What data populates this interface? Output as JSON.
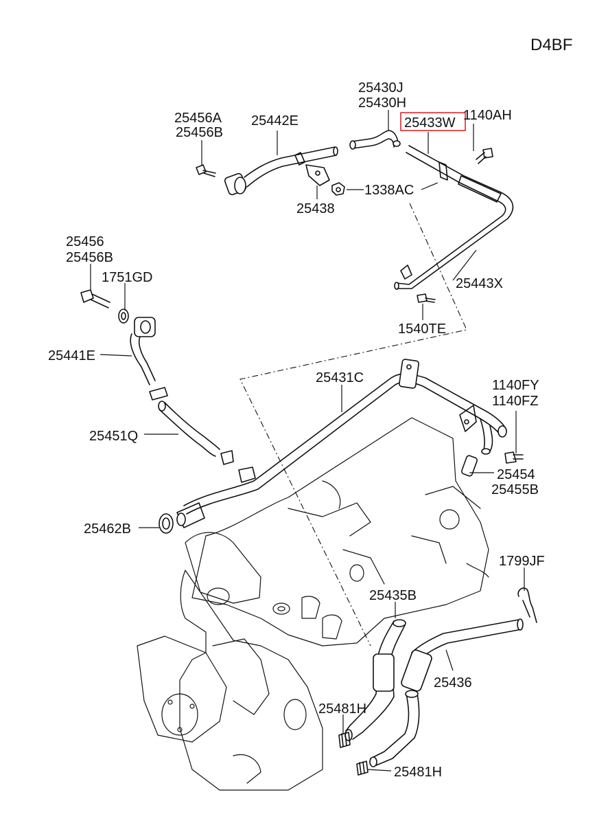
{
  "diagram_code": "D4BF",
  "highlight_color": "#e0262b",
  "labels": {
    "p25430j": "25430J",
    "p25430h": "25430H",
    "p25433w": "25433W",
    "p1140ah": "1140AH",
    "p25456a": "25456A",
    "p25456b_top": "25456B",
    "p25442e": "25442E",
    "p1338ac": "1338AC",
    "p25438": "25438",
    "p25456": "25456",
    "p25456b_left": "25456B",
    "p1751gd": "1751GD",
    "p25443x": "25443X",
    "p1540te": "1540TE",
    "p25441e": "25441E",
    "p25431c": "25431C",
    "p1140fy": "1140FY",
    "p1140fz": "1140FZ",
    "p25451q": "25451Q",
    "p25454": "25454",
    "p25455b": "25455B",
    "p25462b": "25462B",
    "p1799jf": "1799JF",
    "p25435b": "25435B",
    "p25436": "25436",
    "p25481h_a": "25481H",
    "p25481h_b": "25481H"
  },
  "highlighted_part": "25433W"
}
